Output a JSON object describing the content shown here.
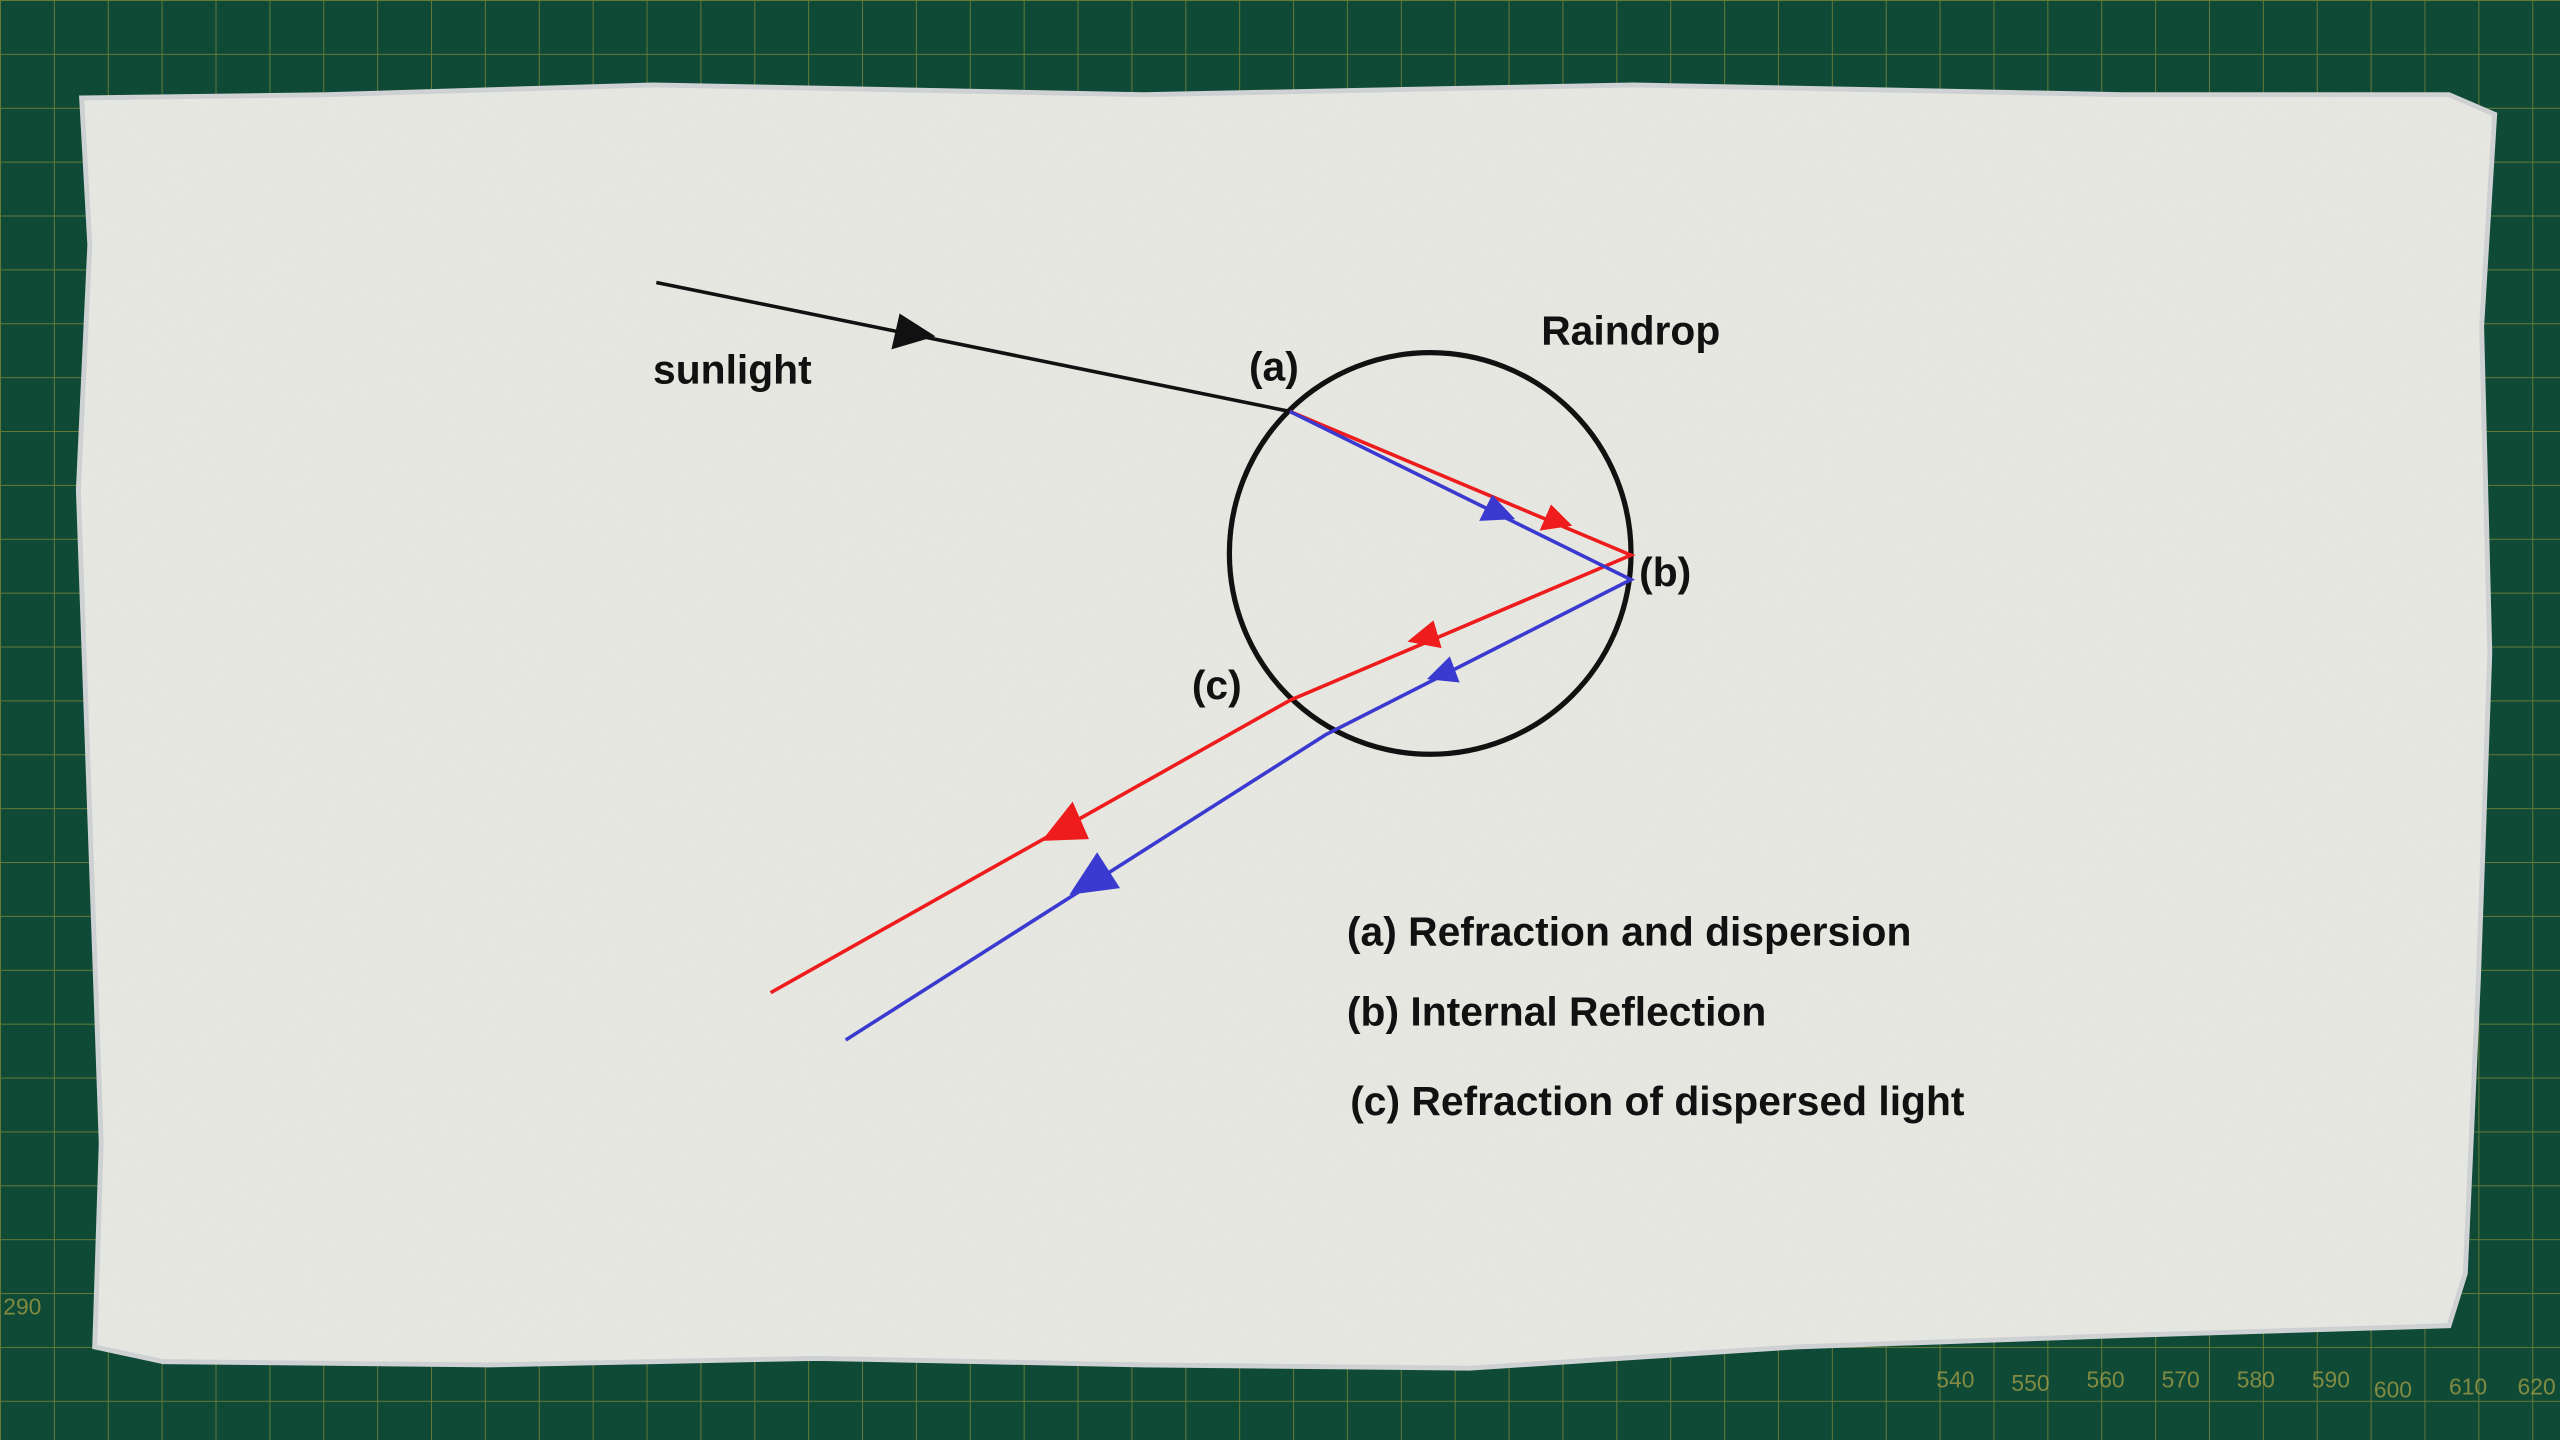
{
  "diagram": {
    "title": "Raindrop",
    "incoming_label": "sunlight",
    "point_labels": {
      "a": "(a)",
      "b": "(b)",
      "c": "(c)"
    },
    "legend": [
      "(a) Refraction and dispersion",
      "(b) Internal Reflection",
      "(c) Refraction of dispersed light"
    ],
    "colors": {
      "red_ray": "#ee1c1c",
      "blue_ray": "#3a3ad0",
      "sunlight": "#111111",
      "drop": "#111111",
      "paper": "#e9e9e3",
      "mat": "#0f4a36",
      "grid": "#9c9a3a"
    }
  },
  "mat": {
    "ruler_left": [
      "290"
    ],
    "ruler_bottom": [
      "540",
      "550",
      "560",
      "570",
      "580",
      "590",
      "600",
      "610",
      "620"
    ]
  }
}
